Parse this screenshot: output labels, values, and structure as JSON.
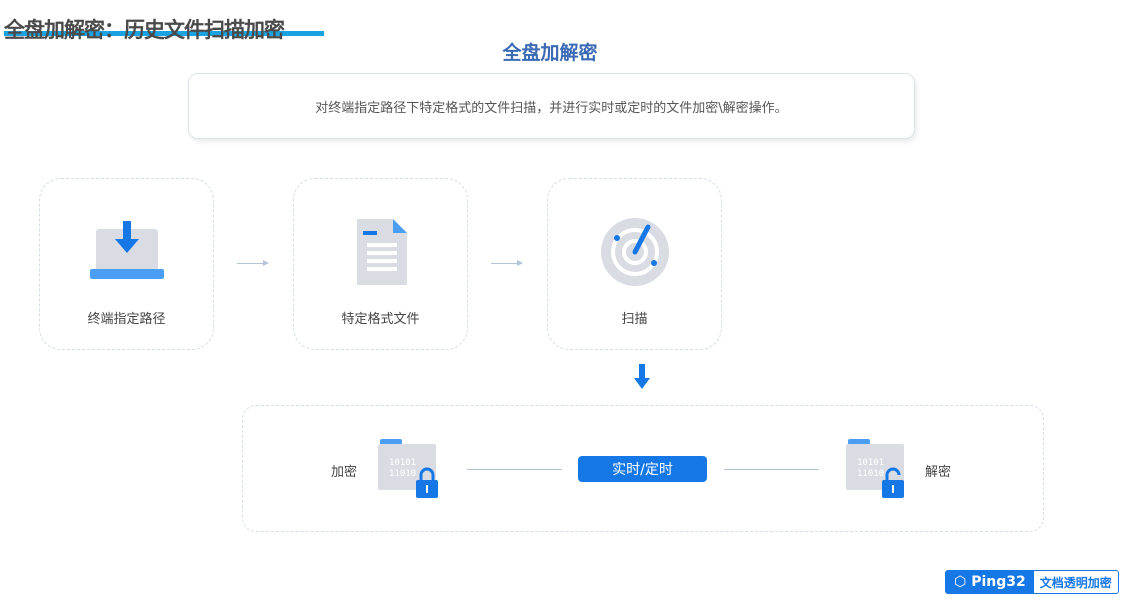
{
  "title": "全盘加解密：历史文件扫描加密",
  "subtitle": "全盘加解密",
  "description": "对终端指定路径下特定格式的文件扫描，并进行实时或定时的文件加密\\解密操作。",
  "steps": [
    {
      "label": "终端指定路径",
      "icon": "laptop-download-icon"
    },
    {
      "label": "特定格式文件",
      "icon": "document-icon"
    },
    {
      "label": "扫描",
      "icon": "radar-icon"
    }
  ],
  "mode_label": "实时/定时",
  "encrypt_label": "加密",
  "decrypt_label": "解密",
  "brand": {
    "name": "Ping32",
    "tagline": "文档透明加密"
  },
  "colors": {
    "accent": "#1677e6",
    "title_underline": "#1aa3e0"
  }
}
